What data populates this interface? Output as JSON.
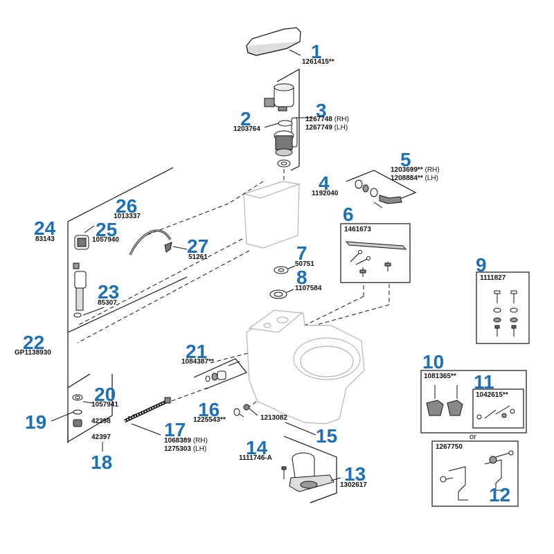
{
  "diagram": {
    "parts": [
      {
        "callout": "1",
        "number": "1261415**",
        "suffix": ""
      },
      {
        "callout": "2",
        "number": "1203764",
        "suffix": ""
      },
      {
        "callout": "3",
        "number": "1267748",
        "suffix": "(RH)",
        "number2": "1267749",
        "suffix2": "(LH)"
      },
      {
        "callout": "4",
        "number": "1192040",
        "suffix": ""
      },
      {
        "callout": "5",
        "number": "1203699**",
        "suffix": "(RH)",
        "number2": "1208884**",
        "suffix2": "(LH)"
      },
      {
        "callout": "6",
        "number": "1461673",
        "suffix": ""
      },
      {
        "callout": "7",
        "number": "50751",
        "suffix": ""
      },
      {
        "callout": "8",
        "number": "1107584",
        "suffix": ""
      },
      {
        "callout": "9",
        "number": "1111827",
        "suffix": ""
      },
      {
        "callout": "10",
        "number": "1081365**",
        "suffix": ""
      },
      {
        "callout": "11",
        "number": "1042615**",
        "suffix": ""
      },
      {
        "callout": "12",
        "number": "1267750",
        "suffix": ""
      },
      {
        "callout": "13",
        "number": "1302617",
        "suffix": ""
      },
      {
        "callout": "14",
        "number": "1111746-A",
        "suffix": ""
      },
      {
        "callout": "15",
        "number": "1213082",
        "suffix": ""
      },
      {
        "callout": "16",
        "number": "1225543**",
        "suffix": ""
      },
      {
        "callout": "17",
        "number": "1068389",
        "suffix": "(RH)",
        "number2": "1275303",
        "suffix2": "(LH)"
      },
      {
        "callout": "18",
        "number": "42397",
        "suffix": ""
      },
      {
        "callout": "19",
        "number": "42398",
        "suffix": ""
      },
      {
        "callout": "20",
        "number": "1057941",
        "suffix": ""
      },
      {
        "callout": "21",
        "number": "1084387**",
        "suffix": ""
      },
      {
        "callout": "22",
        "number": "GP1138930",
        "suffix": ""
      },
      {
        "callout": "23",
        "number": "85307",
        "suffix": ""
      },
      {
        "callout": "24",
        "number": "83143",
        "suffix": ""
      },
      {
        "callout": "25",
        "number": "1057940",
        "suffix": ""
      },
      {
        "callout": "26",
        "number": "1013337",
        "suffix": ""
      },
      {
        "callout": "27",
        "number": "51261",
        "suffix": ""
      }
    ],
    "or_label": "or",
    "colors": {
      "callout": "#1d6fb8",
      "line": "#111111",
      "part_fill": "#ffffff",
      "part_shade": "#c8c8c8",
      "bowl_outline": "#b5b5b5"
    }
  }
}
